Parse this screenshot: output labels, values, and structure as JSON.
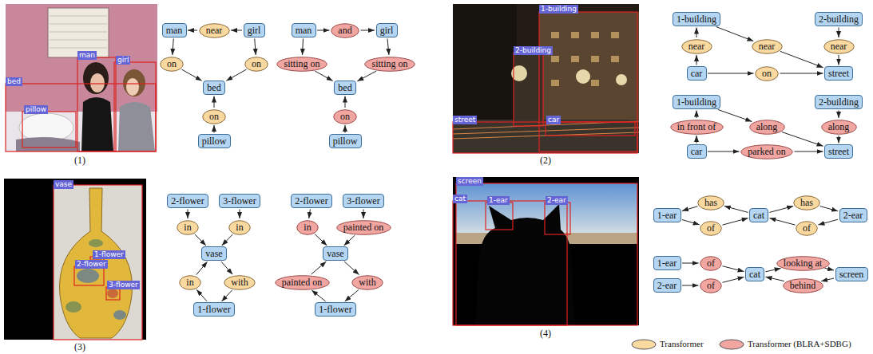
{
  "diagram": {
    "nodes": [
      {
        "text": [
          "man"
        ]
      },
      {
        "text": [
          "near"
        ]
      },
      {
        "text": [
          "girl"
        ]
      },
      {
        "text": [
          "on"
        ]
      },
      {
        "text": [
          "on"
        ]
      },
      {
        "text": [
          "bed"
        ]
      },
      {
        "text": [
          "on"
        ]
      },
      {
        "text": [
          "pillow"
        ]
      },
      {
        "text": [
          "man"
        ]
      },
      {
        "text": [
          "and"
        ]
      },
      {
        "text": [
          "girl"
        ]
      },
      {
        "text": [
          "sitting on"
        ]
      },
      {
        "text": [
          "sitting on"
        ]
      },
      {
        "text": [
          "bed"
        ]
      },
      {
        "text": [
          "on"
        ]
      },
      {
        "text": [
          "pillow"
        ]
      },
      {
        "text": [
          "1-building"
        ]
      },
      {
        "text": [
          "2-building"
        ]
      },
      {
        "text": [
          "near"
        ]
      },
      {
        "text": [
          "near"
        ]
      },
      {
        "text": [
          "near"
        ]
      },
      {
        "text": [
          "car"
        ]
      },
      {
        "text": [
          "on"
        ]
      },
      {
        "text": [
          "street"
        ]
      },
      {
        "text": [
          "1-building"
        ]
      },
      {
        "text": [
          "2-building"
        ]
      },
      {
        "text": [
          "in front of"
        ]
      },
      {
        "text": [
          "along"
        ]
      },
      {
        "text": [
          "along"
        ]
      },
      {
        "text": [
          "car"
        ]
      },
      {
        "text": [
          "parked on"
        ]
      },
      {
        "text": [
          "street"
        ]
      },
      {
        "text": [
          "2-flower"
        ]
      },
      {
        "text": [
          "3-flower"
        ]
      },
      {
        "text": [
          "in"
        ]
      },
      {
        "text": [
          "in"
        ]
      },
      {
        "text": [
          "vase"
        ]
      },
      {
        "text": [
          "in"
        ]
      },
      {
        "text": [
          "with"
        ]
      },
      {
        "text": [
          "1-flower"
        ]
      },
      {
        "text": [
          "2-flower"
        ]
      },
      {
        "text": [
          "3-flower"
        ]
      },
      {
        "text": [
          "in"
        ]
      },
      {
        "text": [
          "painted on"
        ]
      },
      {
        "text": [
          "vase"
        ]
      },
      {
        "text": [
          "painted on"
        ]
      },
      {
        "text": [
          "with"
        ]
      },
      {
        "text": [
          "1-flower"
        ]
      },
      {
        "text": [
          "1-ear"
        ]
      },
      {
        "text": [
          "has"
        ]
      },
      {
        "text": [
          "cat"
        ]
      },
      {
        "text": [
          "has"
        ]
      },
      {
        "text": [
          "2-ear"
        ]
      },
      {
        "text": [
          "of"
        ]
      },
      {
        "text": [
          "of"
        ]
      },
      {
        "text": [
          "1-ear"
        ]
      },
      {
        "text": [
          "of"
        ]
      },
      {
        "text": [
          "cat"
        ]
      },
      {
        "text": [
          "looking at"
        ]
      },
      {
        "text": [
          "screen"
        ]
      },
      {
        "text": [
          "2-ear"
        ]
      },
      {
        "text": [
          "of"
        ]
      },
      {
        "text": [
          "behind"
        ]
      }
    ],
    "edges": [
      {
        "from": 2,
        "to": 1,
        "arrow": "to"
      },
      {
        "from": 1,
        "to": 0,
        "arrow": "to"
      },
      {
        "from": 0,
        "to": 3,
        "arrow": "to"
      },
      {
        "from": 3,
        "to": 5,
        "arrow": "to"
      },
      {
        "from": 2,
        "to": 4,
        "arrow": "to"
      },
      {
        "from": 4,
        "to": 5,
        "arrow": "to"
      },
      {
        "from": 7,
        "to": 6,
        "arrow": "to"
      },
      {
        "from": 6,
        "to": 5,
        "arrow": "to"
      },
      {
        "from": 8,
        "to": 9,
        "arrow": "to"
      },
      {
        "from": 9,
        "to": 10,
        "arrow": "to"
      },
      {
        "from": 8,
        "to": 11,
        "arrow": "to"
      },
      {
        "from": 11,
        "to": 13,
        "arrow": "to"
      },
      {
        "from": 10,
        "to": 12,
        "arrow": "to"
      },
      {
        "from": 12,
        "to": 13,
        "arrow": "to"
      },
      {
        "from": 15,
        "to": 14,
        "arrow": "to"
      },
      {
        "from": 14,
        "to": 13,
        "arrow": "to"
      },
      {
        "from": 21,
        "to": 18,
        "arrow": "to"
      },
      {
        "from": 18,
        "to": 16,
        "arrow": "to"
      },
      {
        "from": 16,
        "to": 19,
        "arrow": "to"
      },
      {
        "from": 19,
        "to": 23,
        "arrow": "to"
      },
      {
        "from": 21,
        "to": 22,
        "arrow": "to"
      },
      {
        "from": 22,
        "to": 23,
        "arrow": "to"
      },
      {
        "from": 17,
        "to": 20,
        "arrow": "to"
      },
      {
        "from": 20,
        "to": 23,
        "arrow": "to"
      },
      {
        "from": 29,
        "to": 26,
        "arrow": "to"
      },
      {
        "from": 26,
        "to": 24,
        "arrow": "to"
      },
      {
        "from": 24,
        "to": 27,
        "arrow": "to"
      },
      {
        "from": 27,
        "to": 31,
        "arrow": "to"
      },
      {
        "from": 25,
        "to": 28,
        "arrow": "to"
      },
      {
        "from": 28,
        "to": 31,
        "arrow": "to"
      },
      {
        "from": 29,
        "to": 30,
        "arrow": "to"
      },
      {
        "from": 30,
        "to": 31,
        "arrow": "to"
      },
      {
        "from": 32,
        "to": 34,
        "arrow": "to"
      },
      {
        "from": 34,
        "to": 36,
        "arrow": "to"
      },
      {
        "from": 33,
        "to": 35,
        "arrow": "to"
      },
      {
        "from": 35,
        "to": 36,
        "arrow": "to"
      },
      {
        "from": 39,
        "to": 37,
        "arrow": "to"
      },
      {
        "from": 37,
        "to": 36,
        "arrow": "to"
      },
      {
        "from": 36,
        "to": 38,
        "arrow": "to"
      },
      {
        "from": 38,
        "to": 39,
        "arrow": "to"
      },
      {
        "from": 40,
        "to": 42,
        "arrow": "to"
      },
      {
        "from": 42,
        "to": 44,
        "arrow": "to"
      },
      {
        "from": 41,
        "to": 43,
        "arrow": "to"
      },
      {
        "from": 43,
        "to": 44,
        "arrow": "to"
      },
      {
        "from": 47,
        "to": 45,
        "arrow": "to"
      },
      {
        "from": 45,
        "to": 44,
        "arrow": "to"
      },
      {
        "from": 44,
        "to": 46,
        "arrow": "to"
      },
      {
        "from": 46,
        "to": 47,
        "arrow": "to"
      },
      {
        "from": 50,
        "to": 49,
        "arrow": "to"
      },
      {
        "from": 49,
        "to": 48,
        "arrow": "to"
      },
      {
        "from": 48,
        "to": 53,
        "arrow": "to"
      },
      {
        "from": 53,
        "to": 50,
        "arrow": "to"
      },
      {
        "from": 50,
        "to": 51,
        "arrow": "to"
      },
      {
        "from": 51,
        "to": 52,
        "arrow": "to"
      },
      {
        "from": 52,
        "to": 54,
        "arrow": "to"
      },
      {
        "from": 54,
        "to": 50,
        "arrow": "to"
      },
      {
        "from": 55,
        "to": 56,
        "arrow": "to"
      },
      {
        "from": 56,
        "to": 57,
        "arrow": "to"
      },
      {
        "from": 60,
        "to": 61,
        "arrow": "to"
      },
      {
        "from": 61,
        "to": 57,
        "arrow": "to"
      },
      {
        "from": 57,
        "to": 58,
        "arrow": "to"
      },
      {
        "from": 58,
        "to": 59,
        "arrow": "to"
      },
      {
        "from": 59,
        "to": 62,
        "arrow": "to"
      },
      {
        "from": 62,
        "to": 57,
        "arrow": "to"
      }
    ],
    "labels": [
      "man",
      "girl",
      "bed",
      "pillow",
      "(1)",
      "1-building",
      "2-building",
      "street",
      "car",
      "(2)",
      "vase",
      "1-flower",
      "2-flower",
      "3-flower",
      "(3)",
      "screen",
      "cat",
      "1-ear",
      "2-ear",
      "(4)"
    ],
    "legend": [
      {
        "text": "Transformer",
        "color": "#fad9a1"
      },
      {
        "text": "Transformer (BLRA+SDBG)",
        "color": "#f2a6a2"
      }
    ]
  }
}
